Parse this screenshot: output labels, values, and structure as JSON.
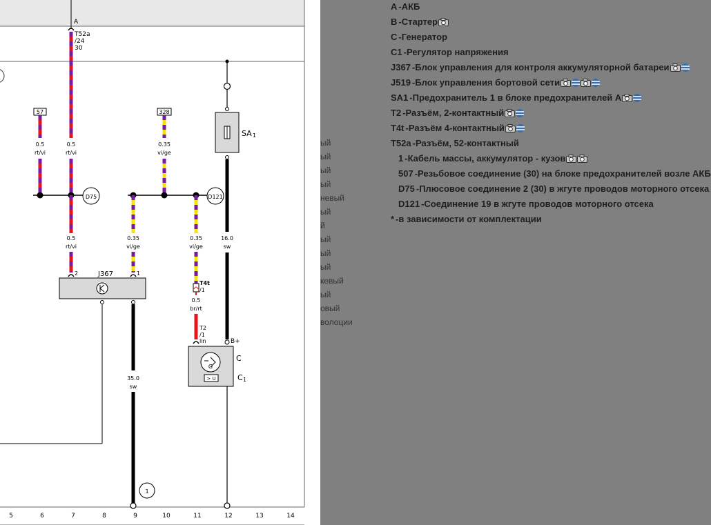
{
  "diagram": {
    "header_label": "A",
    "connector_top": {
      "name": "T52a",
      "pin": "/24",
      "wire": "30"
    },
    "tags": {
      "tag_57": "57",
      "tag_328": "328"
    },
    "wires": {
      "w1": {
        "size": "0.5",
        "color": "rt/vi"
      },
      "w2": {
        "size": "0.5",
        "color": "rt/vi"
      },
      "w3": {
        "size": "0.35",
        "color": "vi/ge"
      },
      "w4": {
        "size": "0.5",
        "color": "rt/vi"
      },
      "w5": {
        "size": "0.35",
        "color": "vi/ge"
      },
      "w6": {
        "size": "0.35",
        "color": "vi/ge"
      },
      "w7": {
        "size": "16.0",
        "color": "sw"
      },
      "w8": {
        "size": "0.5",
        "color": "br/rt"
      },
      "w9": {
        "size": "35.0",
        "color": "sw"
      }
    },
    "nodes": {
      "d75": "D75",
      "d121": "D121",
      "ground": "1"
    },
    "components": {
      "j367": "J367",
      "sa1_label": "SA",
      "sa1_sub": "1",
      "c_label": "C",
      "c1_label": "C",
      "c1_sub": "1",
      "gen_letter": "G",
      "reg_text": "> U"
    },
    "pins": {
      "j367_p2": "2",
      "j367_p1": "1",
      "t4t": "T4t",
      "t4t_pin": "/1",
      "t2": "T2",
      "t2_pin": "/1",
      "t2_pin2": "lin",
      "bplus": "B+"
    },
    "axis": [
      "5",
      "6",
      "7",
      "8",
      "9",
      "10",
      "11",
      "12",
      "13",
      "14"
    ]
  },
  "legend": {
    "items": [
      {
        "code": "A",
        "text": "АКБ",
        "cam": 0,
        "globe": 0
      },
      {
        "code": "B",
        "text": "Стартер",
        "cam": 1,
        "globe": 0
      },
      {
        "code": "C",
        "text": "Генератор",
        "cam": 0,
        "globe": 0
      },
      {
        "code": "C1",
        "text": "Регулятор напряжения",
        "cam": 0,
        "globe": 0
      },
      {
        "code": "J367",
        "text": "Блок управления для контроля аккумуляторной батареи",
        "cam": 1,
        "globe": 1
      },
      {
        "code": "J519",
        "text": "Блок управления бортовой сети",
        "cam": 2,
        "globe": 2
      },
      {
        "code": "SA1",
        "text": "Предохранитель 1 в блоке предохранителей A",
        "cam": 1,
        "globe": 1
      },
      {
        "code": "T2",
        "text": "Разъём, 2-контактный",
        "cam": 1,
        "globe": 1
      },
      {
        "code": "T4t",
        "text": "Разъём 4-контактный",
        "cam": 1,
        "globe": 1
      },
      {
        "code": "T52a",
        "text": "Разъём, 52-контактный",
        "cam": 0,
        "globe": 0
      },
      {
        "code": "1",
        "text": "Кабель массы, аккумулятор - кузов",
        "cam": 2,
        "globe": 0,
        "indent": true
      },
      {
        "code": "507",
        "text": "Резьбовое соединение (30) на блоке предохранителей возле АКБ",
        "cam": 0,
        "globe": 0,
        "indent": true
      },
      {
        "code": "D75",
        "text": "Плюсовое соединение 2 (30) в жгуте проводов моторного отсека",
        "cam": 0,
        "globe": 0,
        "indent": true
      },
      {
        "code": "D121",
        "text": "Соединение 19 в жгуте проводов моторного отсека",
        "cam": 0,
        "globe": 0,
        "indent": true
      },
      {
        "code": "*",
        "text": "в зависимости от комплектации",
        "cam": 0,
        "globe": 0
      }
    ],
    "partial_left": [
      "ый",
      "ый",
      "ый",
      "ый",
      "невый",
      "ый",
      "й",
      "ый",
      "ый",
      "ый",
      "кевый",
      "ый",
      "овый",
      "волоции"
    ]
  }
}
